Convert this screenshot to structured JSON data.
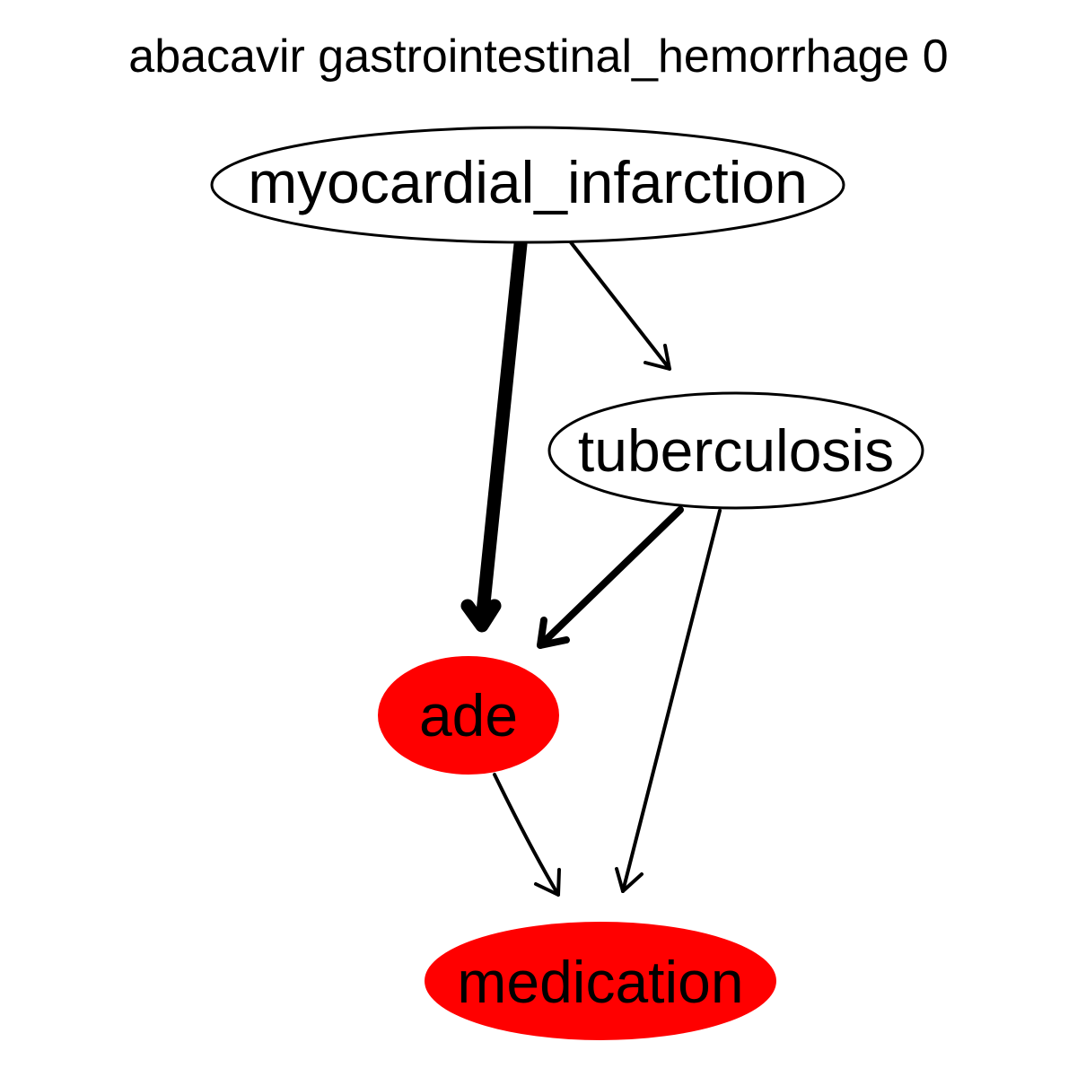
{
  "title": "abacavir gastrointestinal_hemorrhage 0",
  "colors": {
    "highlight_fill": "#ff0000",
    "plain_fill": "#ffffff",
    "stroke": "#000000"
  },
  "nodes": {
    "myocardial_infarction": {
      "label": "myocardial_infarction",
      "highlighted": false
    },
    "tuberculosis": {
      "label": "tuberculosis",
      "highlighted": false
    },
    "ade": {
      "label": "ade",
      "highlighted": true
    },
    "medication": {
      "label": "medication",
      "highlighted": true
    }
  },
  "edges": [
    {
      "from": "myocardial_infarction",
      "to": "ade",
      "weight": "heavy"
    },
    {
      "from": "myocardial_infarction",
      "to": "tuberculosis",
      "weight": "normal"
    },
    {
      "from": "tuberculosis",
      "to": "ade",
      "weight": "medium"
    },
    {
      "from": "tuberculosis",
      "to": "medication",
      "weight": "normal"
    },
    {
      "from": "ade",
      "to": "medication",
      "weight": "normal"
    }
  ]
}
